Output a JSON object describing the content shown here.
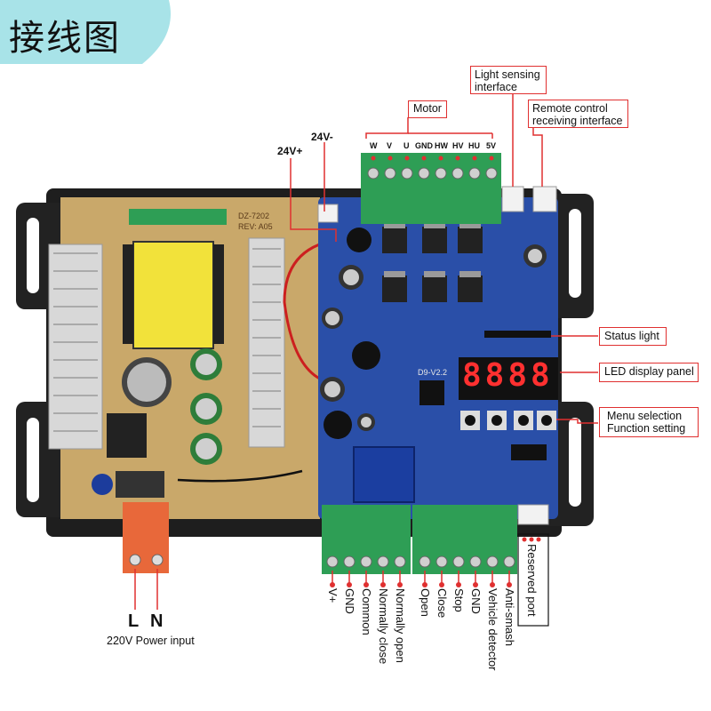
{
  "title": "接线图",
  "colors": {
    "accent": "#e03030",
    "banner": "#a8e3e8",
    "terminal": "#2e9e55",
    "pcb_blue": "#2a4fa8"
  },
  "top_labels": {
    "light_sensing": "Light sensing\ninterface",
    "remote_control": "Remote control\nreceiving interface",
    "motor": "Motor",
    "v24_plus": "24V+",
    "v24_minus": "24V-"
  },
  "motor_pins": [
    "W",
    "V",
    "U",
    "GND",
    "HW",
    "HV",
    "HU",
    "5V"
  ],
  "right_labels": {
    "status_light": "Status light",
    "led_display": "LED display panel",
    "menu": "Menu selection\nFunction setting"
  },
  "board_text": {
    "power_model": "DZ-7202",
    "power_rev": "REV: A05",
    "ctrl_rev": "D9-V2.2"
  },
  "display_value": "8888",
  "bottom_terminals": [
    "V+",
    "GND",
    "Common",
    "Normally close",
    "Normally open",
    "Open",
    "Close",
    "Stop",
    "GND",
    "Vehicle detector",
    "Anti-smash"
  ],
  "reserved_port": "Reserved port",
  "power": {
    "L": "L",
    "N": "N",
    "label": "220V Power input"
  }
}
